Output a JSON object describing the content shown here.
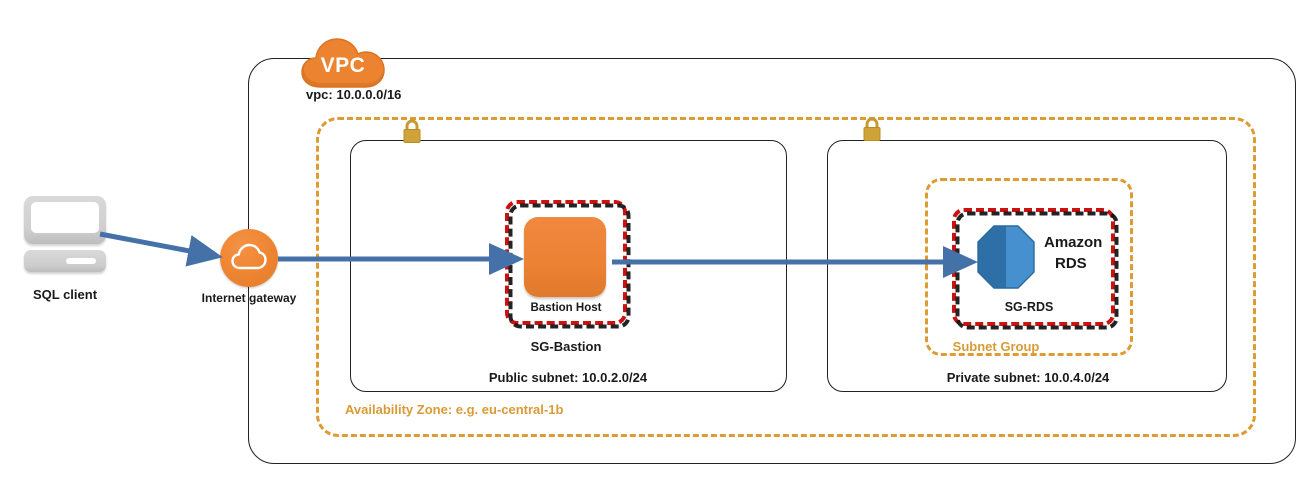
{
  "diagram": {
    "title": "AWS VPC bastion host to Amazon RDS architecture",
    "colors": {
      "aws_orange": "#ec8330",
      "dashed_orange": "#dd9b33",
      "security_group_red": "#cc1111",
      "security_group_black": "#111111",
      "arrow_blue": "#4472a8",
      "rds_blue": "#2e75b6",
      "lock_gold": "#c9992f",
      "outline_black": "#222222"
    },
    "client": {
      "label": "SQL client",
      "icon": "computer-monitor-icon"
    },
    "internet_gateway": {
      "label": "Internet gateway",
      "icon": "cloud-icon"
    },
    "vpc": {
      "badge_label": "VPC",
      "badge_icon": "vpc-cloud-icon",
      "cidr_label": "vpc: 10.0.0.0/16"
    },
    "availability_zone": {
      "label": "Availability Zone: e.g. eu-central-1b"
    },
    "public_subnet": {
      "label": "Public subnet: 10.0.2.0/24",
      "lock_icon": "padlock-icon",
      "security_group": {
        "label": "SG-Bastion"
      },
      "instance": {
        "label": "Bastion Host",
        "icon": "ec2-instance-icon"
      }
    },
    "private_subnet": {
      "label": "Private subnet: 10.0.4.0/24",
      "lock_icon": "padlock-icon",
      "subnet_group": {
        "label": "Subnet Group"
      },
      "security_group": {
        "label": "SG-RDS"
      },
      "database": {
        "label": "Amazon RDS",
        "label_line1": "Amazon",
        "label_line2": "RDS",
        "icon": "amazon-rds-icon"
      }
    },
    "connections": [
      {
        "name": "client-to-igw",
        "from": "SQL client",
        "to": "Internet gateway"
      },
      {
        "name": "igw-to-bastion",
        "from": "Internet gateway",
        "to": "Bastion Host"
      },
      {
        "name": "bastion-to-rds",
        "from": "Bastion Host",
        "to": "Amazon RDS"
      }
    ]
  }
}
